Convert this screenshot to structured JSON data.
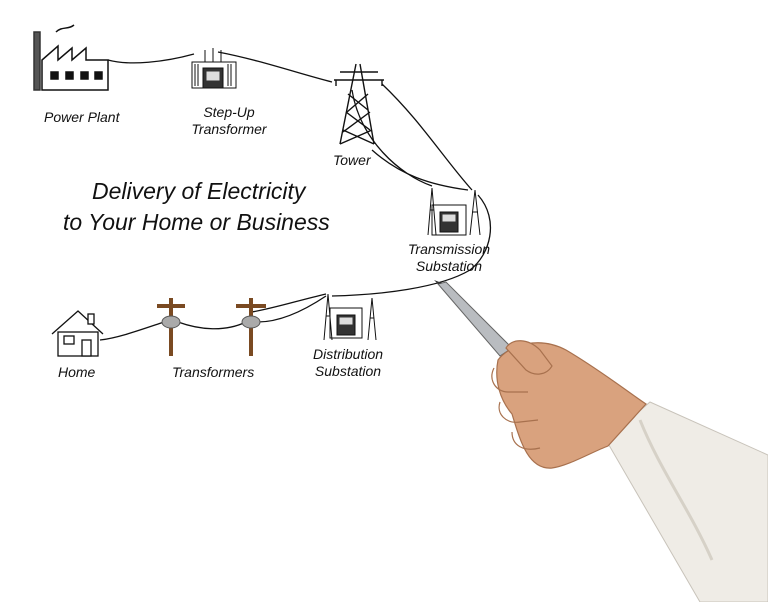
{
  "title": {
    "line1": "Delivery of Electricity",
    "line2": "to Your Home or Business"
  },
  "nodes": {
    "power_plant": {
      "label": "Power Plant",
      "icon": "factory-icon"
    },
    "step_up_transformer": {
      "line1": "Step-Up",
      "line2": "Transformer",
      "icon": "transformer-icon"
    },
    "tower": {
      "label": "Tower",
      "icon": "transmission-tower-icon"
    },
    "transmission_substation": {
      "line1": "Transmission",
      "line2": "Substation",
      "icon": "substation-icon"
    },
    "distribution_substation": {
      "line1": "Distribution",
      "line2": "Substation",
      "icon": "substation-icon"
    },
    "transformers": {
      "label": "Transformers",
      "icon": "utility-pole-icon"
    },
    "home": {
      "label": "Home",
      "icon": "house-icon"
    }
  },
  "colors": {
    "line": "#111111",
    "pole": "#7a4a22",
    "pen_barrel": "#b9bcc0",
    "skin": "#d9a27e",
    "sleeve": "#efece6"
  }
}
